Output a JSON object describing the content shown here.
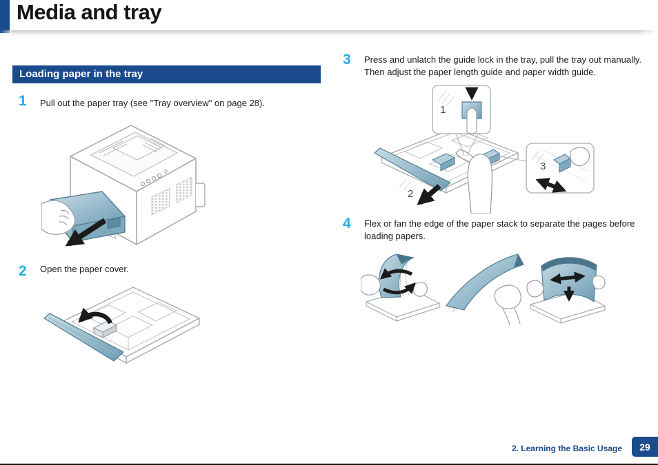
{
  "page": {
    "title": "Media and tray"
  },
  "section": {
    "heading": "Loading paper in the tray"
  },
  "steps": [
    {
      "number": "1",
      "text": "Pull out the paper tray (see \"Tray overview\" on page 28)."
    },
    {
      "number": "2",
      "text": "Open the paper cover."
    },
    {
      "number": "3",
      "text": "Press and unlatch the guide lock in the tray, pull the tray out manually. Then adjust the paper length guide and paper width guide."
    },
    {
      "number": "4",
      "text": "Flex or fan the edge of the paper stack to separate the pages before loading papers."
    }
  ],
  "illustrations": {
    "step3_callouts": {
      "lock": "1",
      "tray": "2",
      "width_guide": "3"
    }
  },
  "footer": {
    "chapter": "2. Learning the Basic Usage",
    "page_number": "29"
  },
  "colors": {
    "heading_navy": "#1a4b8c",
    "step_number_blue": "#29abe2",
    "diagram_teal": "#6e9db4",
    "diagram_line_gray": "#a8adb3"
  }
}
